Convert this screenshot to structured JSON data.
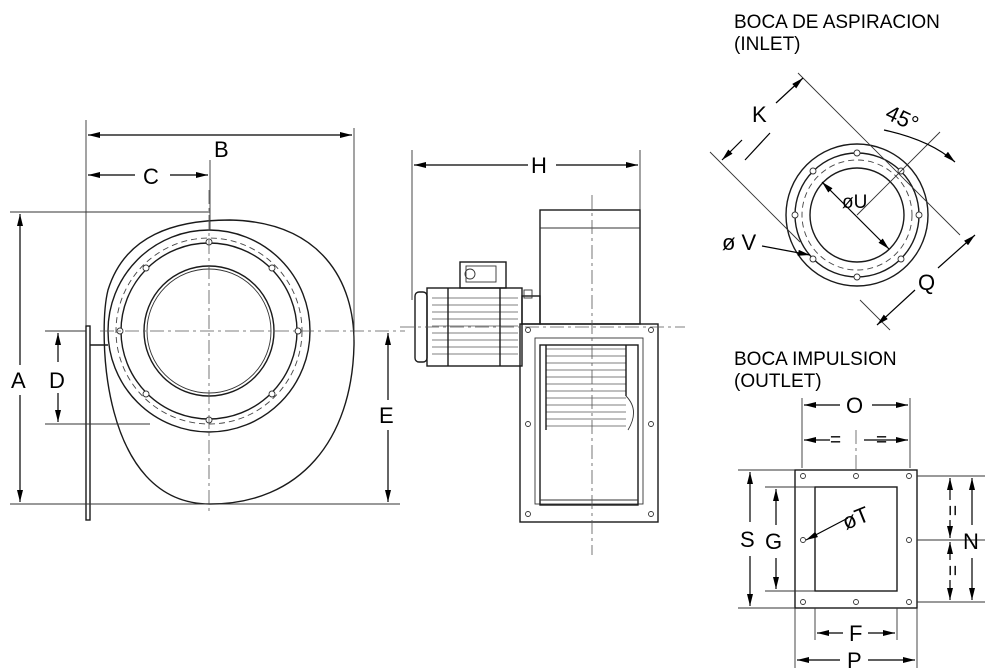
{
  "inlet": {
    "title_line1": "BOCA DE ASPIRACION",
    "title_line2": "(INLET)",
    "labels": {
      "k": "K",
      "angle": "45°",
      "u": "øU",
      "v": "ø V",
      "q": "Q"
    }
  },
  "outlet": {
    "title_line1": "BOCA IMPULSION",
    "title_line2": "(OUTLET)",
    "labels": {
      "o": "O",
      "eq1": "=",
      "eq2": "=",
      "s": "S",
      "g": "G",
      "t": "øT",
      "n": "N",
      "eq3": "=",
      "eq4": "=",
      "f": "F",
      "p": "P"
    }
  },
  "front_view": {
    "labels": {
      "a": "A",
      "b": "B",
      "c": "C",
      "d": "D",
      "e": "E"
    }
  },
  "side_view": {
    "labels": {
      "h": "H"
    }
  }
}
